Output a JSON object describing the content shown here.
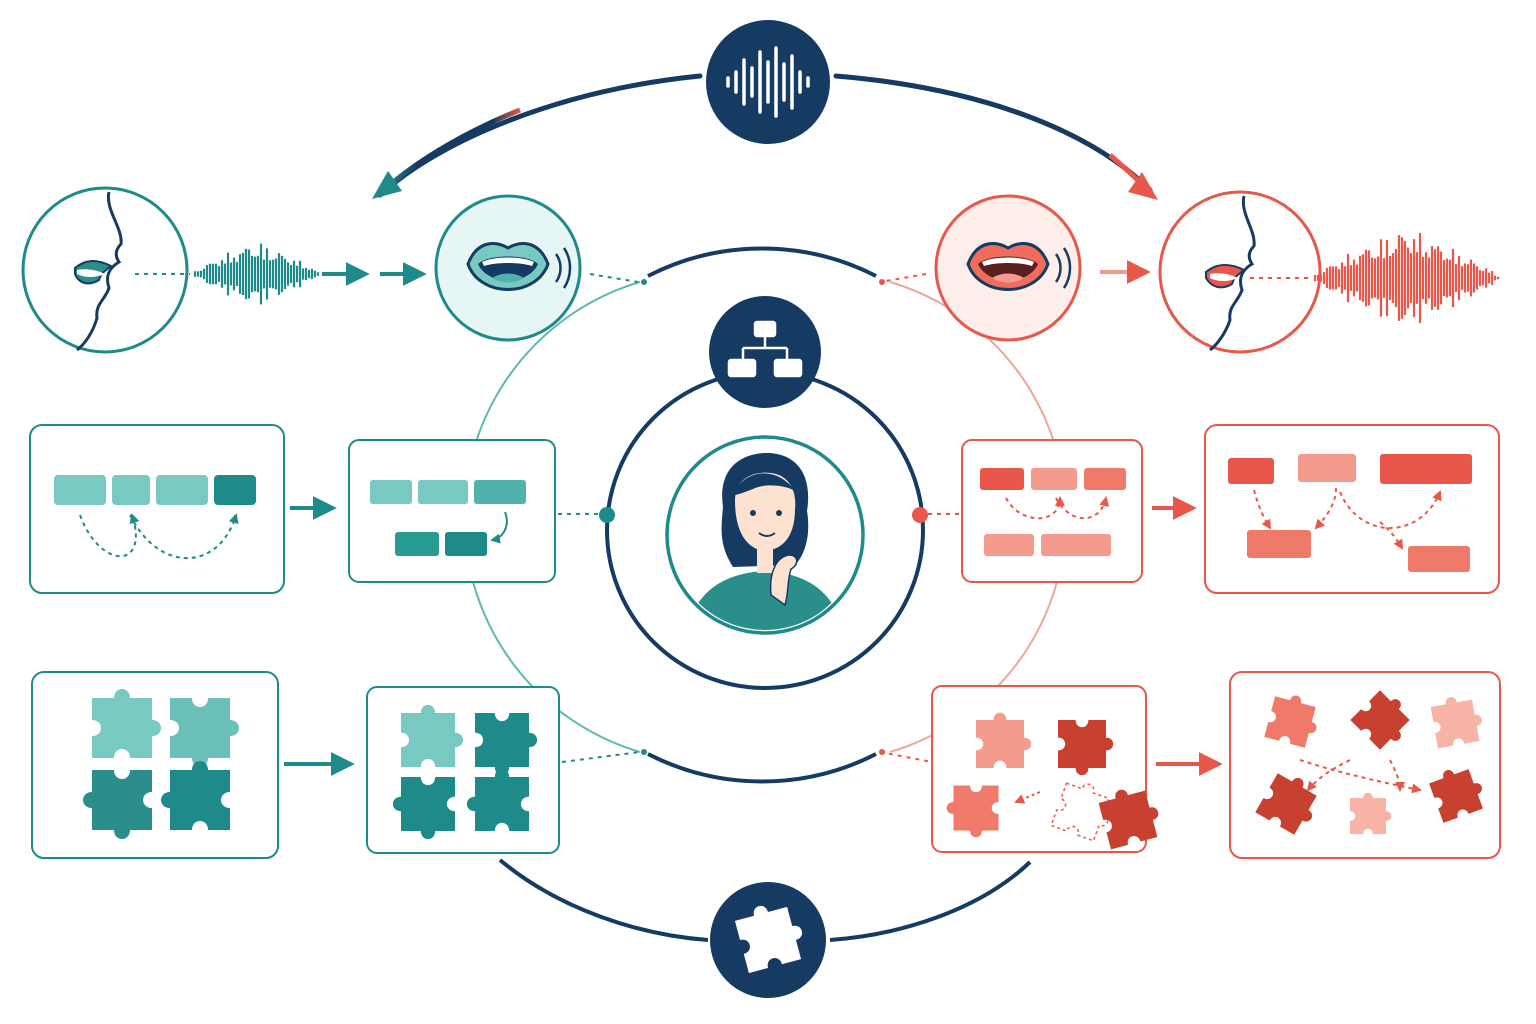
{
  "colors": {
    "navy": "#163b63",
    "teal": "#1e8a8a",
    "teal_light": "#79c9c3",
    "teal_mid": "#4fb2ac",
    "teal_pale": "#e6f6f5",
    "coral": "#e8574a",
    "coral_light": "#f59b8d",
    "coral_dark": "#c8402f",
    "coral_pale": "#fdeeea",
    "white": "#ffffff"
  },
  "icons": {
    "top": "sound-wave-icon",
    "middle": "hierarchy-icon",
    "bottom": "puzzle-piece-icon",
    "center": "thinking-person-avatar",
    "left_speaker": "speaking-face-icon",
    "left_mouth": "open-mouth-icon",
    "right_mouth": "open-mouth-icon",
    "right_speaker": "speaking-face-icon"
  },
  "structure": {
    "left_panel_blocks": 4,
    "left_result_blocks": 5,
    "right_panel_blocks": 5,
    "right_result_blocks": 5,
    "left_puzzle_pieces": 4,
    "right_puzzle_pieces": 5
  }
}
